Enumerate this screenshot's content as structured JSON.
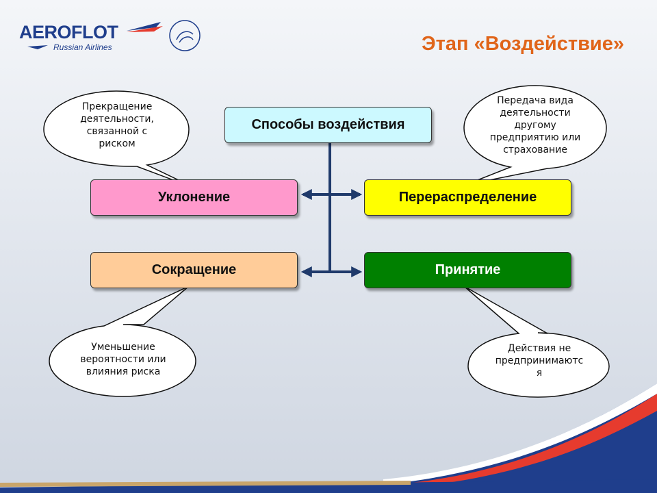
{
  "header": {
    "brand": "AEROFLOT",
    "brand_sub": "Russian Airlines",
    "title": "Этап «Воздействие»"
  },
  "diagram": {
    "root": "Способы воздействия",
    "nodes": {
      "avoid": "Уклонение",
      "redistribute": "Перераспределение",
      "reduce": "Сокращение",
      "accept": "Принятие"
    },
    "bubbles": {
      "avoid": "Прекращение деятельности, связанной с риском",
      "redistribute": "Передача вида деятельности другому предприятию или страхование",
      "reduce": "Уменьшение вероятности или влияния риска",
      "accept": "Действия не предпринимаютс я"
    }
  },
  "colors": {
    "root_fill": "#ccf9ff",
    "avoid_fill": "#ff99cc",
    "redistribute_fill": "#ffff00",
    "reduce_fill": "#ffcc99",
    "accept_fill": "#008000",
    "connector": "#1f3a6b",
    "title": "#e0651a",
    "brand": "#1f3e8c"
  }
}
